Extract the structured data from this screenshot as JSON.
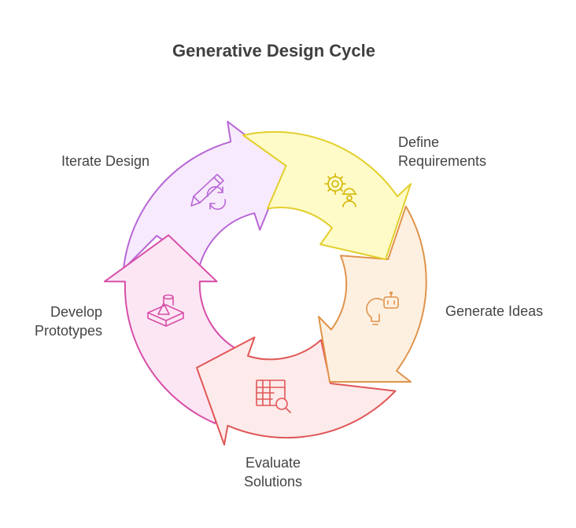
{
  "title": "Generative Design Cycle",
  "steps": [
    {
      "id": "define",
      "lines": [
        "Define",
        "Requirements"
      ],
      "fill": "#fefbc8",
      "stroke": "#e3cf2c",
      "icon": "gear-user-icon"
    },
    {
      "id": "generate",
      "lines": [
        "Generate Ideas"
      ],
      "fill": "#fdf0e1",
      "stroke": "#e0934a",
      "icon": "lightbulb-robot-icon"
    },
    {
      "id": "evaluate",
      "lines": [
        "Evaluate",
        "Solutions"
      ],
      "fill": "#fdeaea",
      "stroke": "#e05757",
      "icon": "table-search-icon"
    },
    {
      "id": "develop",
      "lines": [
        "Develop",
        "Prototypes"
      ],
      "fill": "#fde6f4",
      "stroke": "#d64fa8",
      "icon": "3d-shapes-icon"
    },
    {
      "id": "iterate",
      "lines": [
        "Iterate Design"
      ],
      "fill": "#f7eafd",
      "stroke": "#b866d6",
      "icon": "pencil-refresh-icon"
    }
  ]
}
